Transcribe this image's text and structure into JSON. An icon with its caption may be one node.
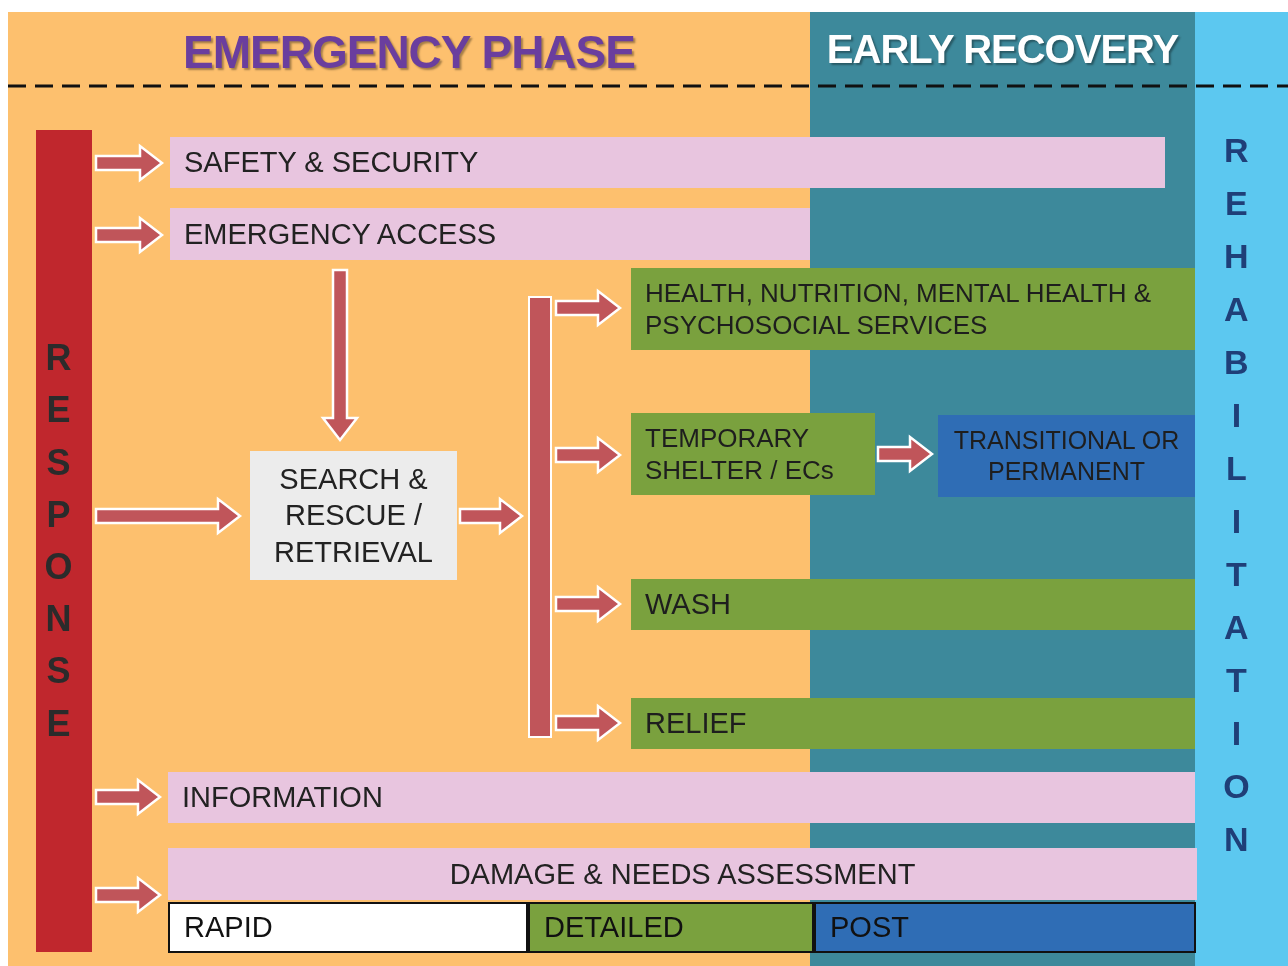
{
  "diagram": {
    "nodes": [
      {
        "text": [
          "EMERGENCY PHASE"
        ]
      },
      {
        "text": [
          "EARLY RECOVERY"
        ]
      },
      {
        "text": [
          "REHABILITATION"
        ]
      },
      {
        "text": [
          "RESPONSE"
        ],
        "in": 0
      },
      {
        "text": [
          "SAFETY & SECURITY"
        ]
      },
      {
        "text": [
          "EMERGENCY ACCESS"
        ],
        "in": 0
      },
      {
        "text": [
          "SEARCH & RESCUE / RETRIEVAL"
        ],
        "in": 0
      },
      {
        "text": [],
        "shape": "bar",
        "in": 0
      },
      {
        "text": [
          "HEALTH, NUTRITION, MENTAL HEALTH & PSYCHOSOCIAL SERVICES"
        ]
      },
      {
        "text": [
          "TEMPORARY SHELTER / ECs"
        ]
      },
      {
        "text": [
          "TRANSITIONAL OR PERMANENT"
        ],
        "in": 1
      },
      {
        "text": [
          "WASH"
        ]
      },
      {
        "text": [
          "RELIEF"
        ]
      },
      {
        "text": [
          "INFORMATION"
        ]
      },
      {
        "text": [
          "DAMAGE & NEEDS ASSESSMENT"
        ]
      },
      {
        "text": [
          "RAPID"
        ],
        "in": 0
      },
      {
        "text": [
          "DETAILED"
        ],
        "in": 0
      },
      {
        "text": [
          "POST"
        ],
        "in": 1
      }
    ],
    "edges": [
      {
        "from": 3,
        "to": 4,
        "arrow": "to"
      },
      {
        "from": 3,
        "to": 5,
        "arrow": "to"
      },
      {
        "from": 3,
        "to": 6,
        "arrow": "to"
      },
      {
        "from": 5,
        "to": 6,
        "arrow": "to"
      },
      {
        "from": 6,
        "to": 7,
        "arrow": "to"
      },
      {
        "from": 7,
        "to": 8,
        "arrow": "to"
      },
      {
        "from": 7,
        "to": 9,
        "arrow": "to"
      },
      {
        "from": 9,
        "to": 10,
        "arrow": "to"
      },
      {
        "from": 7,
        "to": 11,
        "arrow": "to"
      },
      {
        "from": 7,
        "to": 12,
        "arrow": "to"
      },
      {
        "from": 3,
        "to": 13,
        "arrow": "to"
      },
      {
        "from": 3,
        "to": 14,
        "arrow": "to"
      }
    ]
  }
}
